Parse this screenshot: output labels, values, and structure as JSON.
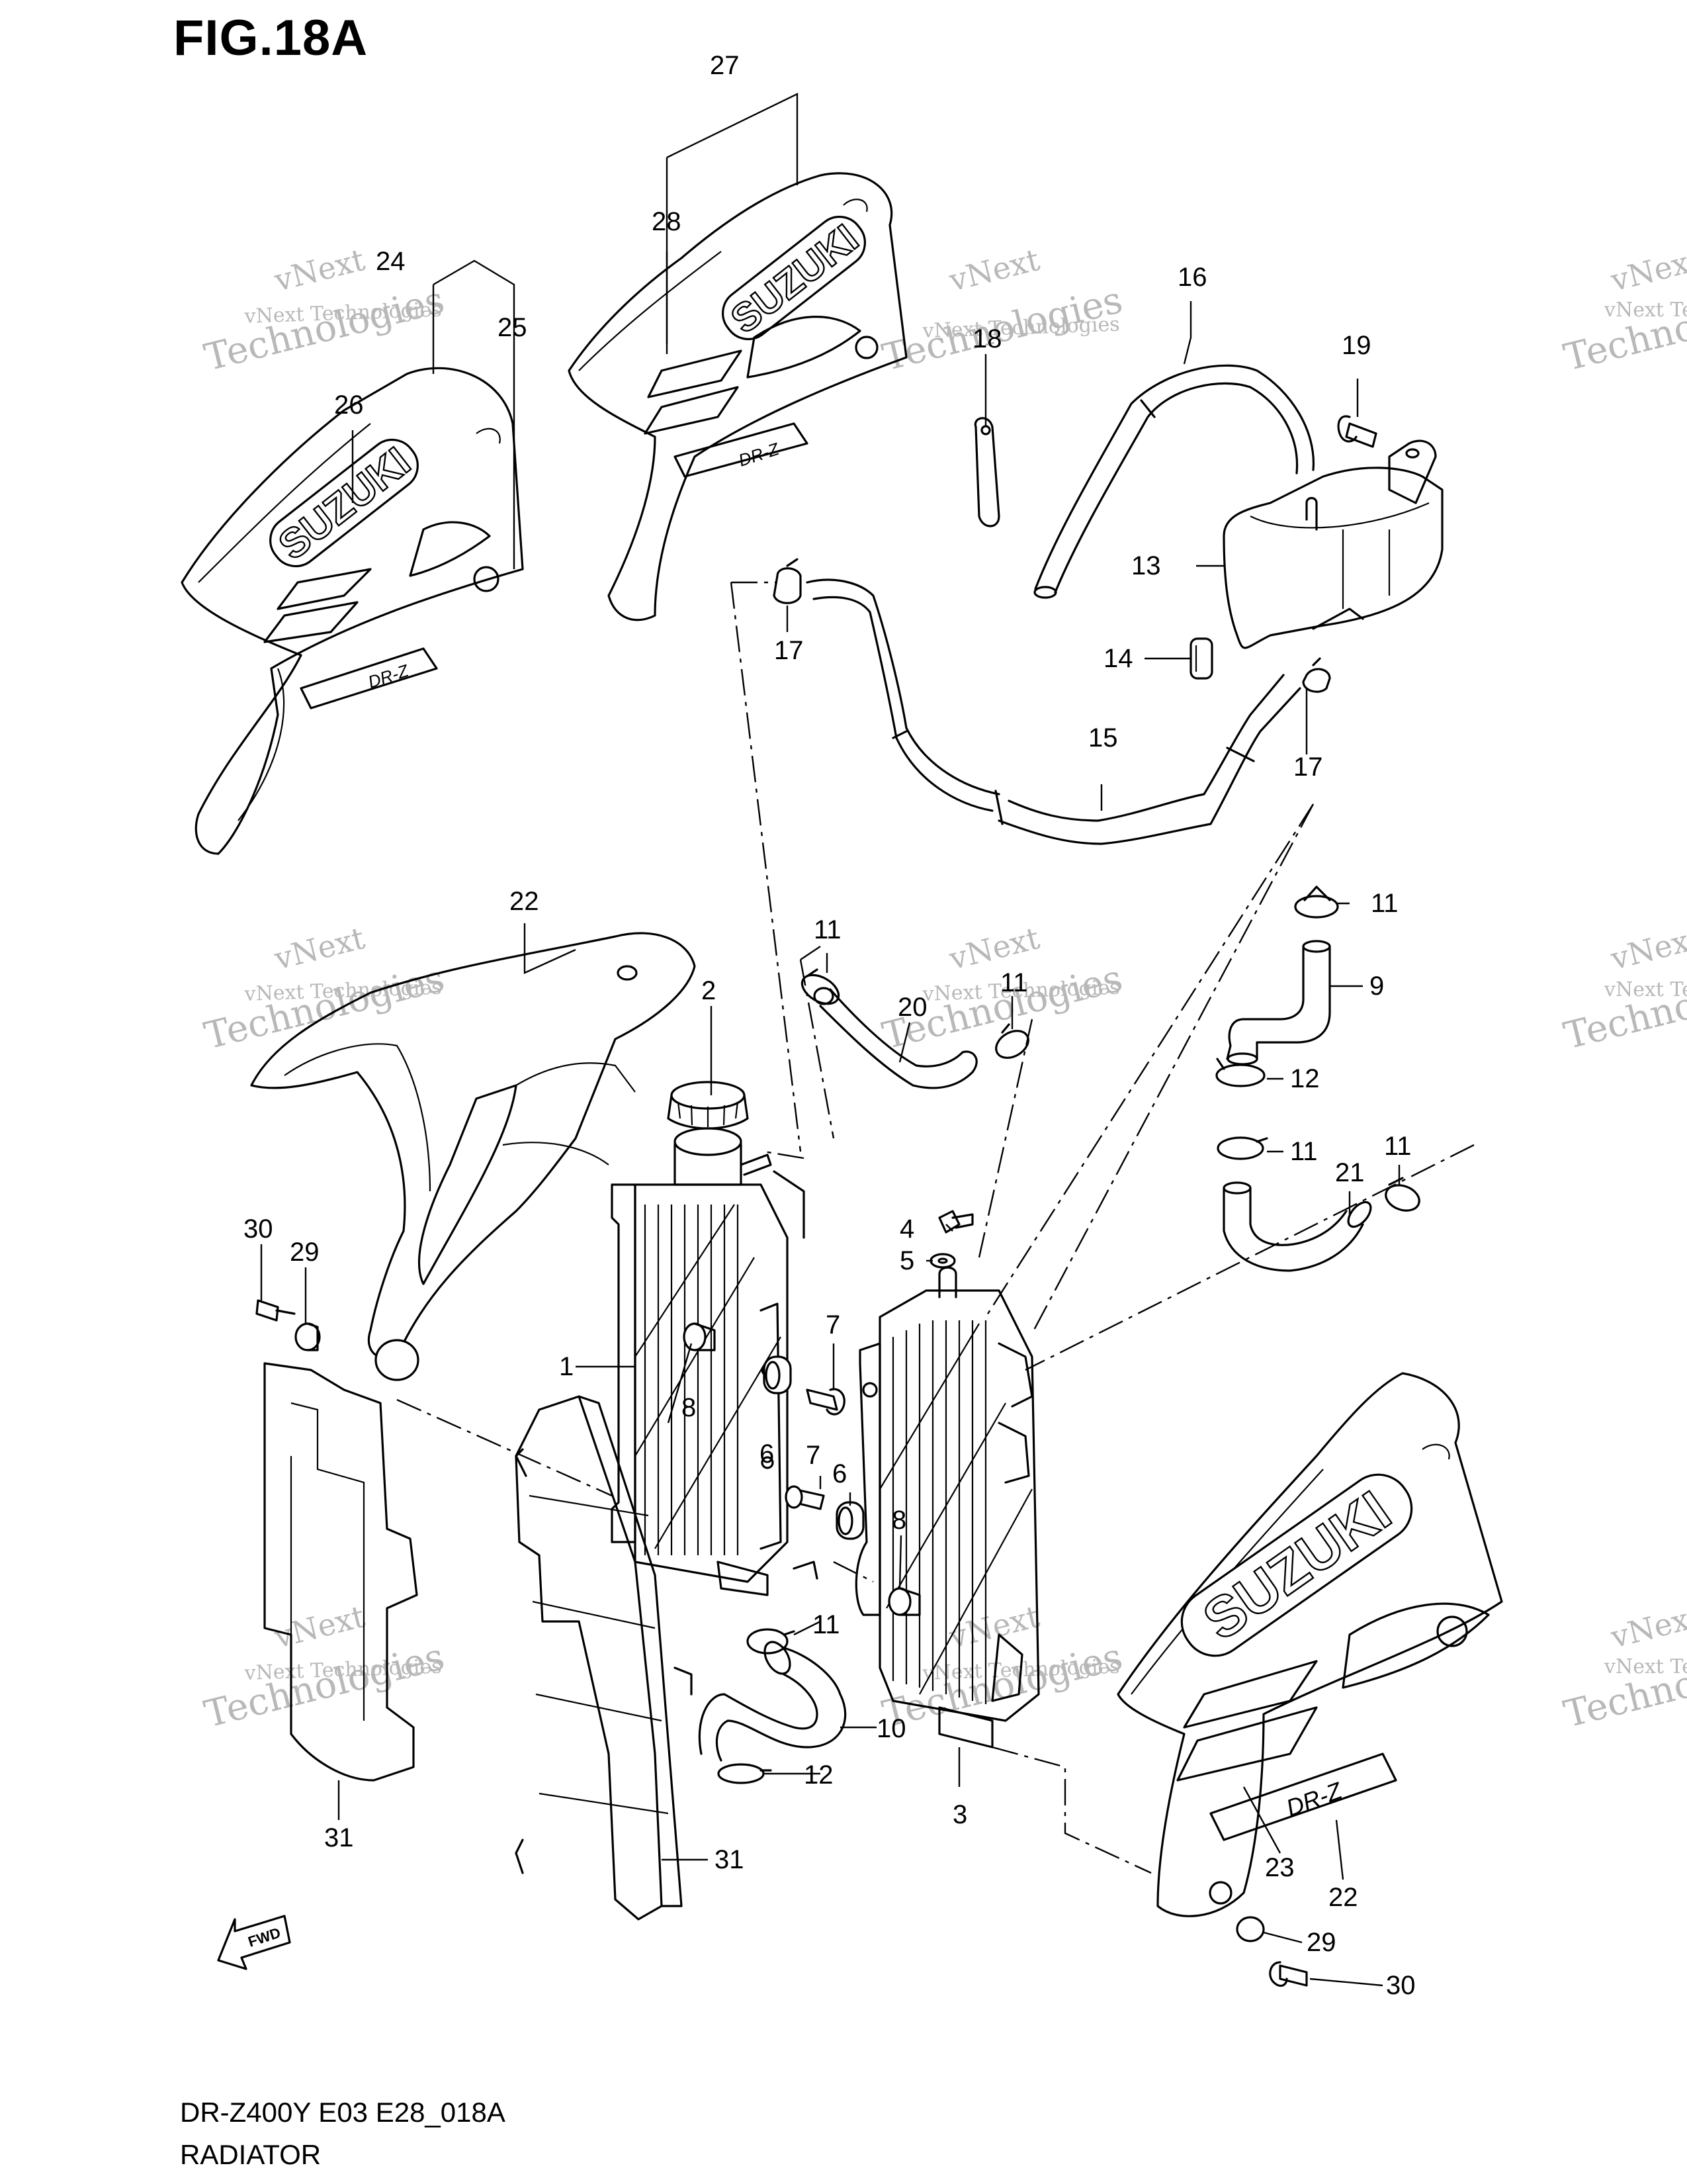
{
  "header": {
    "figure": "FIG.18A"
  },
  "footer": {
    "model": "DR-Z400Y E03 E28_018A",
    "caption": "RADIATOR"
  },
  "watermark": {
    "line1": "vNext",
    "line2": "vNext Technologies",
    "line3": "Technologies"
  },
  "decals": {
    "brand": "SUZUKI",
    "model_mark": "DR-Z"
  },
  "fwd_label": "FWD",
  "callouts": {
    "c1": "1",
    "c2": "2",
    "c3": "3",
    "c4": "4",
    "c5": "5",
    "c6a": "6",
    "c6b": "6",
    "c7a": "7",
    "c7b": "7",
    "c8a": "8",
    "c8b": "8",
    "c9": "9",
    "c10": "10",
    "c11a": "11",
    "c11b": "11",
    "c11c": "11",
    "c11d": "11",
    "c11e": "11",
    "c11f": "11",
    "c12a": "12",
    "c12b": "12",
    "c13": "13",
    "c14": "14",
    "c15": "15",
    "c16": "16",
    "c17a": "17",
    "c17b": "17",
    "c18": "18",
    "c19": "19",
    "c20": "20",
    "c21": "21",
    "c22a": "22",
    "c22b": "22",
    "c23": "23",
    "c24": "24",
    "c25": "25",
    "c26": "26",
    "c27": "27",
    "c28": "28",
    "c29a": "29",
    "c29b": "29",
    "c30a": "30",
    "c30b": "30",
    "c31a": "31",
    "c31b": "31"
  }
}
